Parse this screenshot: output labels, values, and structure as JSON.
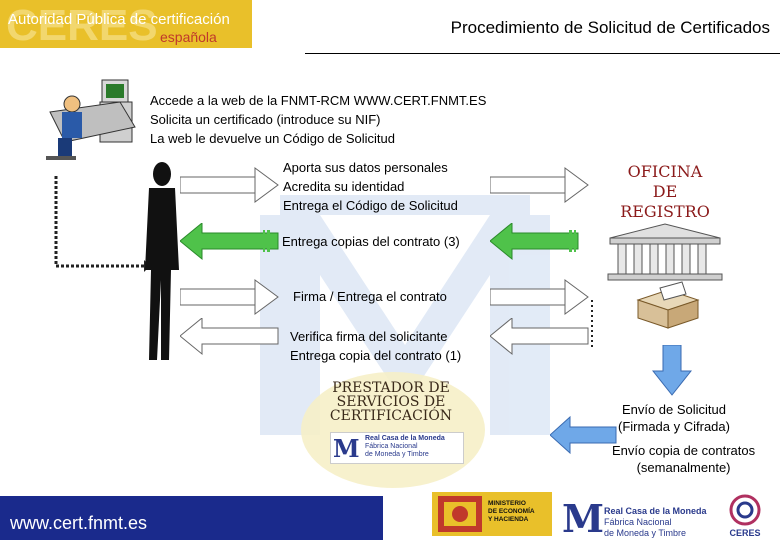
{
  "header": {
    "logo_text_line1": "Autoridad Pública de certificación",
    "logo_text_line2": "española",
    "logo_word": "CERES",
    "title": "Procedimiento de Solicitud de Certificados"
  },
  "intro_lines": [
    "Accede a la web de la FNMT-RCM  WWW.CERT.FNMT.ES",
    "Solicita un certificado (introduce su NIF)",
    "La web le devuelve un Código de Solicitud"
  ],
  "step1_lines": [
    "Aporta sus datos personales",
    "Acredita su identidad",
    "Entrega el Código de Solicitud"
  ],
  "step2_label": "Entrega copias del contrato (3)",
  "step3_label": "Firma / Entrega el contrato",
  "step4_lines": [
    "Verifica firma del solicitante",
    "Entrega copia del contrato (1)"
  ],
  "office_lines": [
    "OFICINA",
    "DE",
    "REGISTRO"
  ],
  "prestador_lines": [
    "PRESTADOR DE",
    "SERVICIOS DE",
    "CERTIFICACIÓN"
  ],
  "fnmt_badge": {
    "line1": "Real Casa de la Moneda",
    "line2": "Fábrica Nacional",
    "line3": "de Moneda y Timbre"
  },
  "envio_solicitud_lines": [
    "Envío de Solicitud",
    "(Firmada y Cifrada)"
  ],
  "envio_contratos_lines": [
    "Envío copia de contratos",
    "(semanalmente)"
  ],
  "footer": {
    "url": "www.cert.fnmt.es",
    "ministerio_lines": [
      "MINISTERIO",
      "DE ECONOMÍA",
      "Y HACIENDA"
    ],
    "rcm_lines": [
      "Real Casa de la Moneda",
      "Fábrica Nacional",
      "de Moneda y Timbre"
    ],
    "ceres_small": "CERES"
  },
  "colors": {
    "arrow_green": "#4fc24a",
    "arrow_blue": "#6fa8e8",
    "footer_blue": "#1a2a8c",
    "ceres_gold": "#e9c02a",
    "office_red": "#8b1a1a"
  }
}
